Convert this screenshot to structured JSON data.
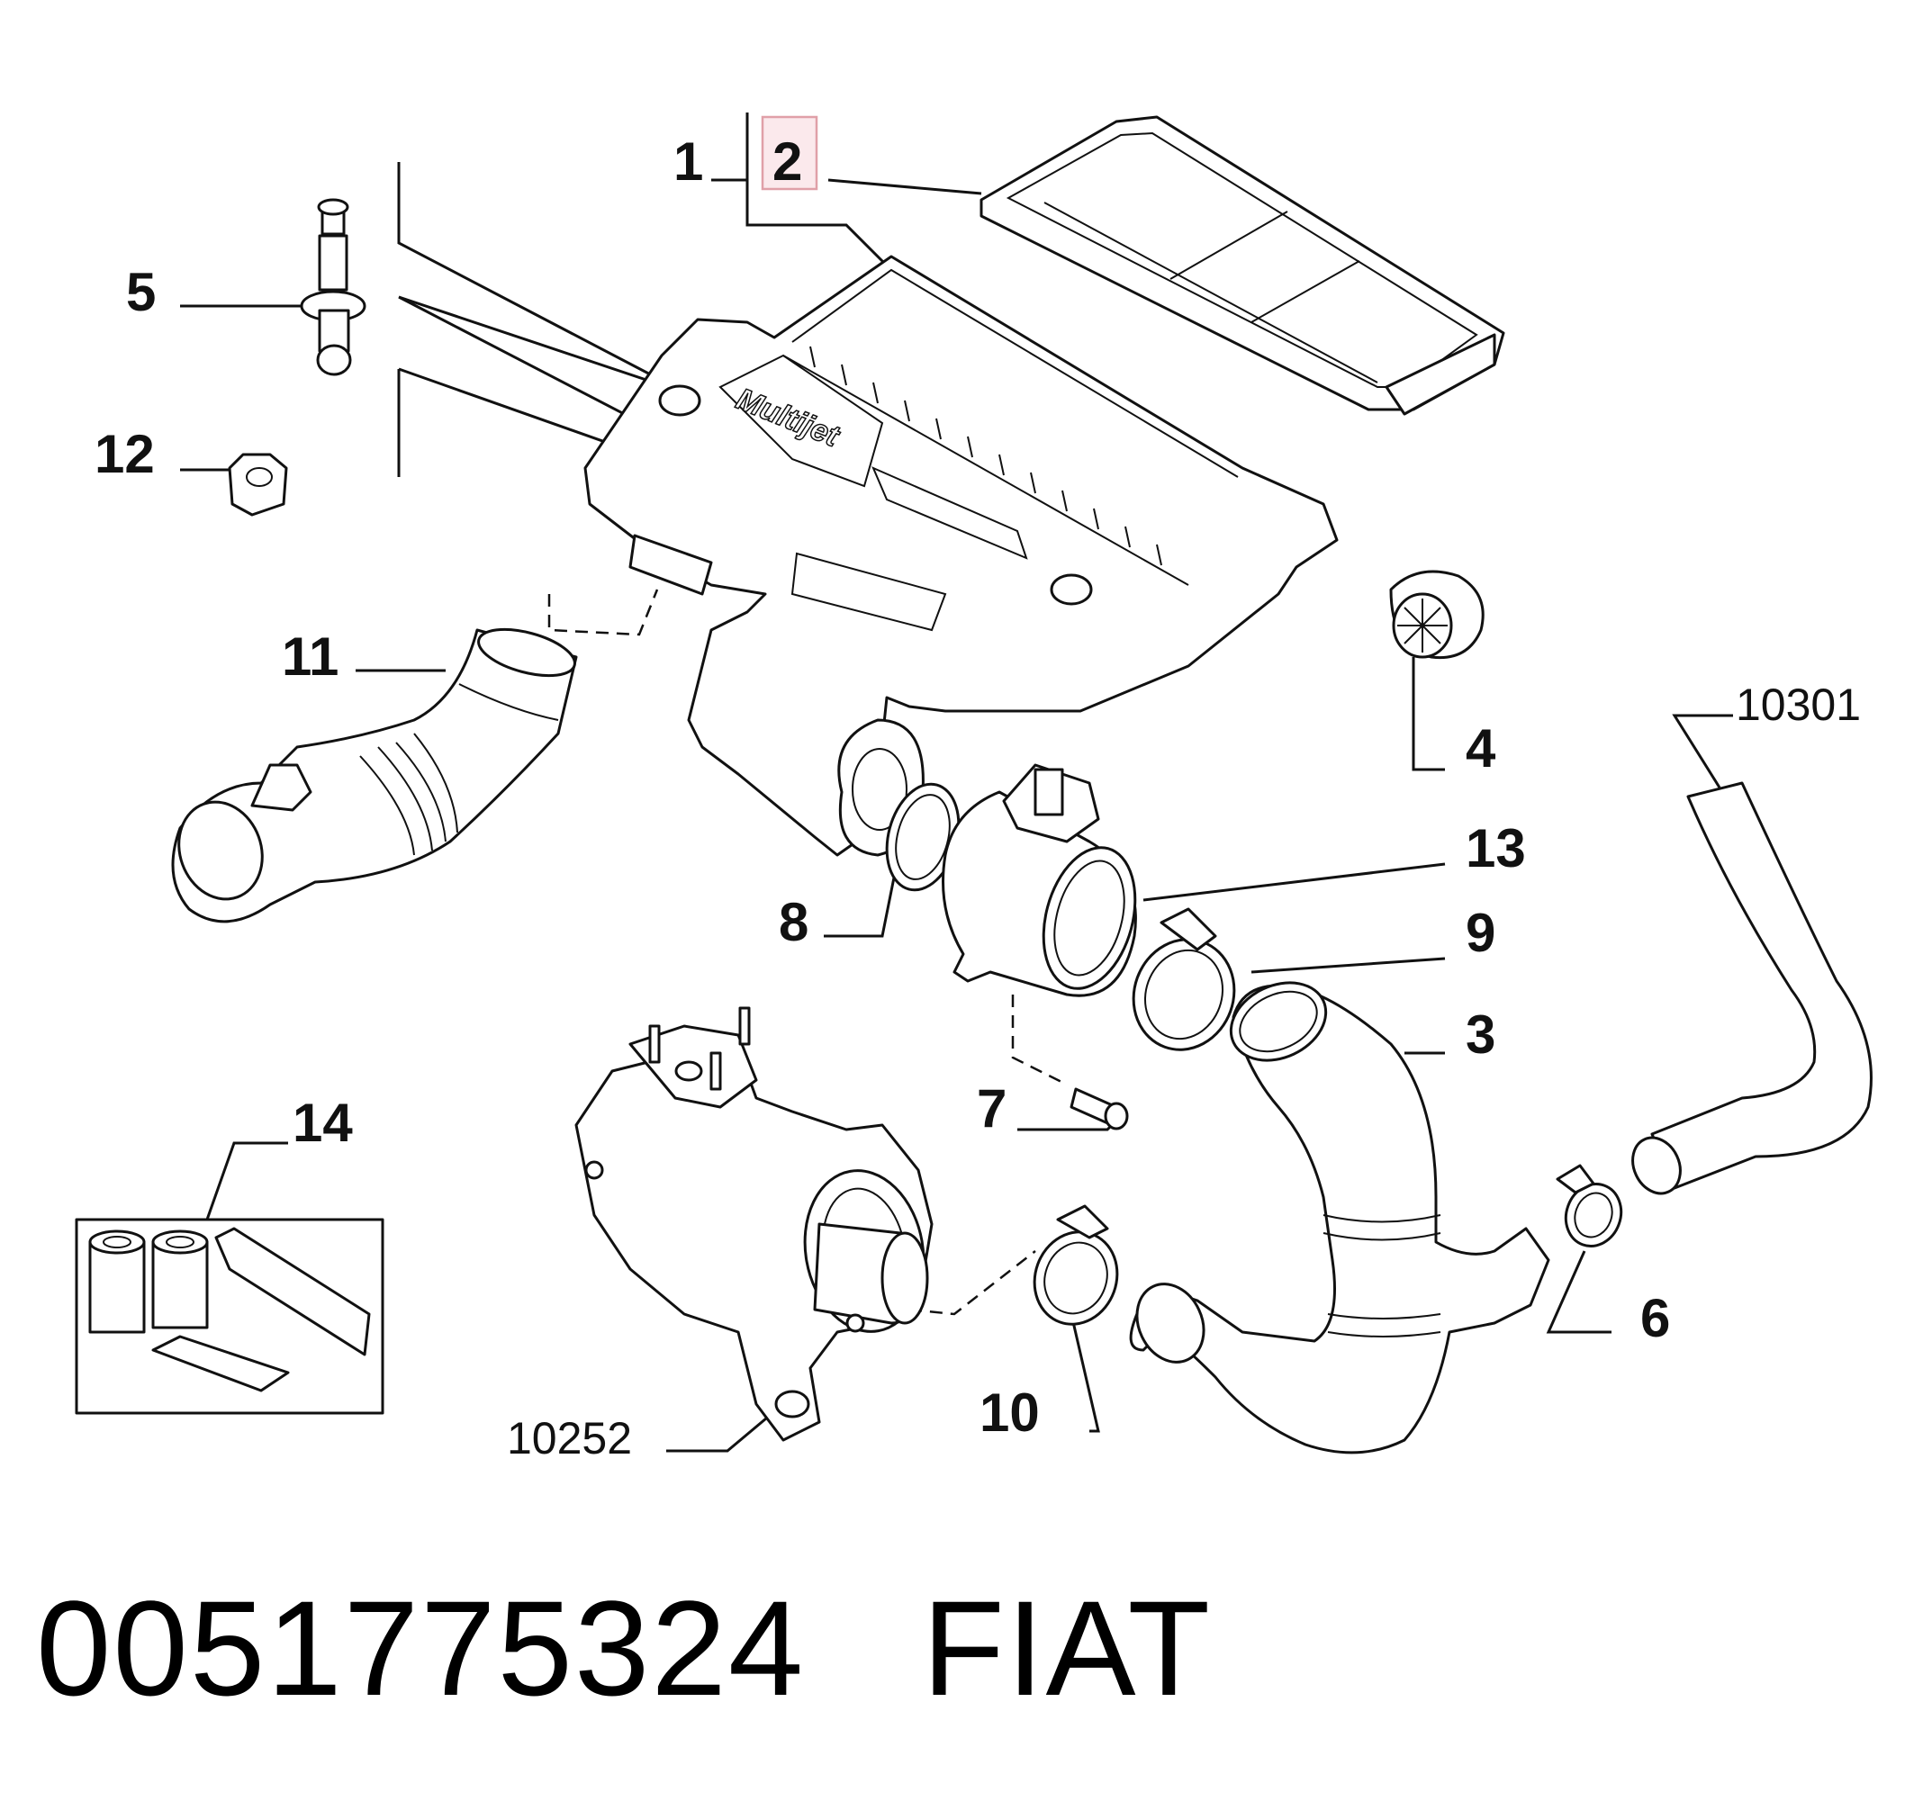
{
  "callouts": {
    "c1": "1",
    "c2": "2",
    "c3": "3",
    "c4": "4",
    "c5": "5",
    "c6": "6",
    "c7": "7",
    "c8": "8",
    "c9": "9",
    "c10": "10",
    "c11": "11",
    "c12": "12",
    "c13": "13",
    "c14": "14",
    "r10301": "10301",
    "r10252": "10252"
  },
  "housing_logo": "Multijet",
  "caption": {
    "part_number": "0051775324",
    "brand": "FIAT"
  },
  "colors": {
    "highlight_border": "#e0a0a8",
    "highlight_fill": "#fbe9ec",
    "highlight_text": "#7a5a5e"
  }
}
